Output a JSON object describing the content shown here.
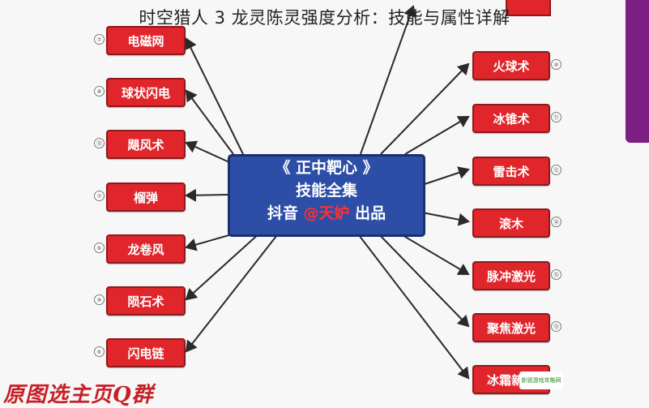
{
  "title": "时空猎人 3 龙灵陈灵强度分析：技能与属性详解",
  "center": {
    "line1": "《 正中靶心 》",
    "line2": "技能全集",
    "line3_prefix": "抖音",
    "line3_handle": "@天妒",
    "line3_suffix": "出品"
  },
  "left_skills": [
    {
      "num": "⑦",
      "label": "电磁网"
    },
    {
      "num": "⑧",
      "label": "球状闪电"
    },
    {
      "num": "⑬",
      "label": "飓风术"
    },
    {
      "num": "⑦",
      "label": "榴弹"
    },
    {
      "num": "⑥",
      "label": "龙卷风"
    },
    {
      "num": "⑨",
      "label": "陨石术"
    },
    {
      "num": "⑥",
      "label": "闪电链"
    }
  ],
  "right_skills": [
    {
      "num": "⑩",
      "label": "火球术"
    },
    {
      "num": "⑪",
      "label": "冰锥术"
    },
    {
      "num": "⑫",
      "label": "雷击术"
    },
    {
      "num": "⑭",
      "label": "滚木"
    },
    {
      "num": "⑮",
      "label": "脉冲激光"
    },
    {
      "num": "⑬",
      "label": "聚焦激光"
    },
    {
      "num": "⑥",
      "label": "冰霜新星"
    }
  ],
  "footer_text": "原图选主页Q群",
  "watermark": "新锐游戏攻略网",
  "colors": {
    "node_red": "#e0262b",
    "center_blue": "#2d4ea7",
    "handle_red": "#ff3030",
    "line": "#2a2a2a"
  }
}
